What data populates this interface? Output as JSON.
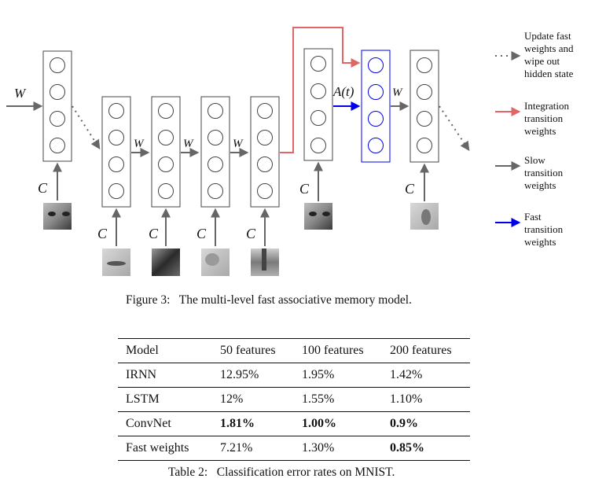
{
  "figure": {
    "labels": {
      "w": "W",
      "c": "C",
      "a": "A(t)"
    }
  },
  "legend": [
    {
      "key": "fast-update",
      "text": "Update fast\nweights and\nwipe out\nhidden state",
      "color": "#666666",
      "style": "dotted"
    },
    {
      "key": "integration",
      "text": "Integration\ntransition\nweights",
      "color": "#e06666",
      "style": "solid"
    },
    {
      "key": "slow",
      "text": "Slow\ntransition\nweights",
      "color": "#666666",
      "style": "solid"
    },
    {
      "key": "fast",
      "text": "Fast\ntransition\nweights",
      "color": "#0000ee",
      "style": "solid"
    }
  ],
  "figure_caption": "Figure 3:   The multi-level fast associative memory model.",
  "table": {
    "headers": [
      "Model",
      "50 features",
      "100 features",
      "200 features"
    ],
    "rows": [
      {
        "cells": [
          "IRNN",
          "12.95%",
          "1.95%",
          "1.42%"
        ],
        "bold": [
          false,
          false,
          false,
          false
        ]
      },
      {
        "cells": [
          "LSTM",
          "12%",
          "1.55%",
          "1.10%"
        ],
        "bold": [
          false,
          false,
          false,
          false
        ]
      },
      {
        "cells": [
          "ConvNet",
          "1.81%",
          "1.00%",
          "0.9%"
        ],
        "bold": [
          false,
          true,
          true,
          true
        ]
      },
      {
        "cells": [
          "Fast weights",
          "7.21%",
          "1.30%",
          "0.85%"
        ],
        "bold": [
          false,
          false,
          false,
          true
        ]
      }
    ],
    "caption": "Table 2:   Classification error rates on MNIST."
  },
  "colors": {
    "slow": "#666666",
    "integration": "#e06666",
    "fast": "#0000ee",
    "ink": "#111111"
  }
}
